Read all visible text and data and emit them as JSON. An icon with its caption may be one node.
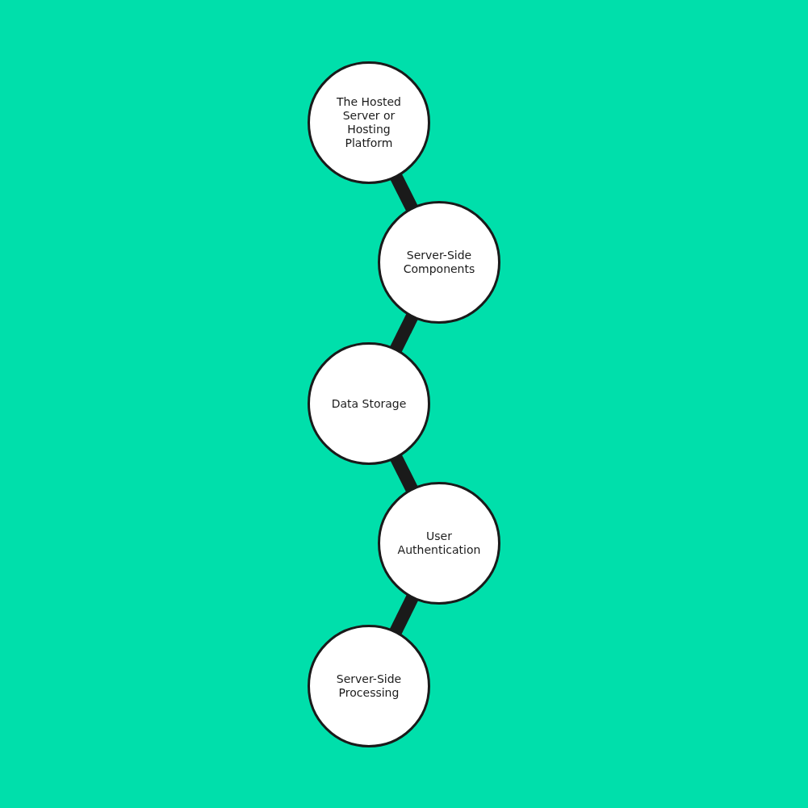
{
  "diagram": {
    "nodes": [
      {
        "text": [
          "The Hosted Server or Hosting Platform"
        ]
      },
      {
        "text": [
          "Server-Side Components"
        ]
      },
      {
        "text": [
          "Data Storage"
        ]
      },
      {
        "text": [
          "User Authentication"
        ]
      },
      {
        "text": [
          "Server-Side Processing"
        ]
      }
    ],
    "edges": [
      {
        "from": 0,
        "to": 1,
        "arrow": "none"
      },
      {
        "from": 1,
        "to": 2,
        "arrow": "none"
      },
      {
        "from": 2,
        "to": 3,
        "arrow": "none"
      },
      {
        "from": 3,
        "to": 4,
        "arrow": "none"
      }
    ]
  }
}
